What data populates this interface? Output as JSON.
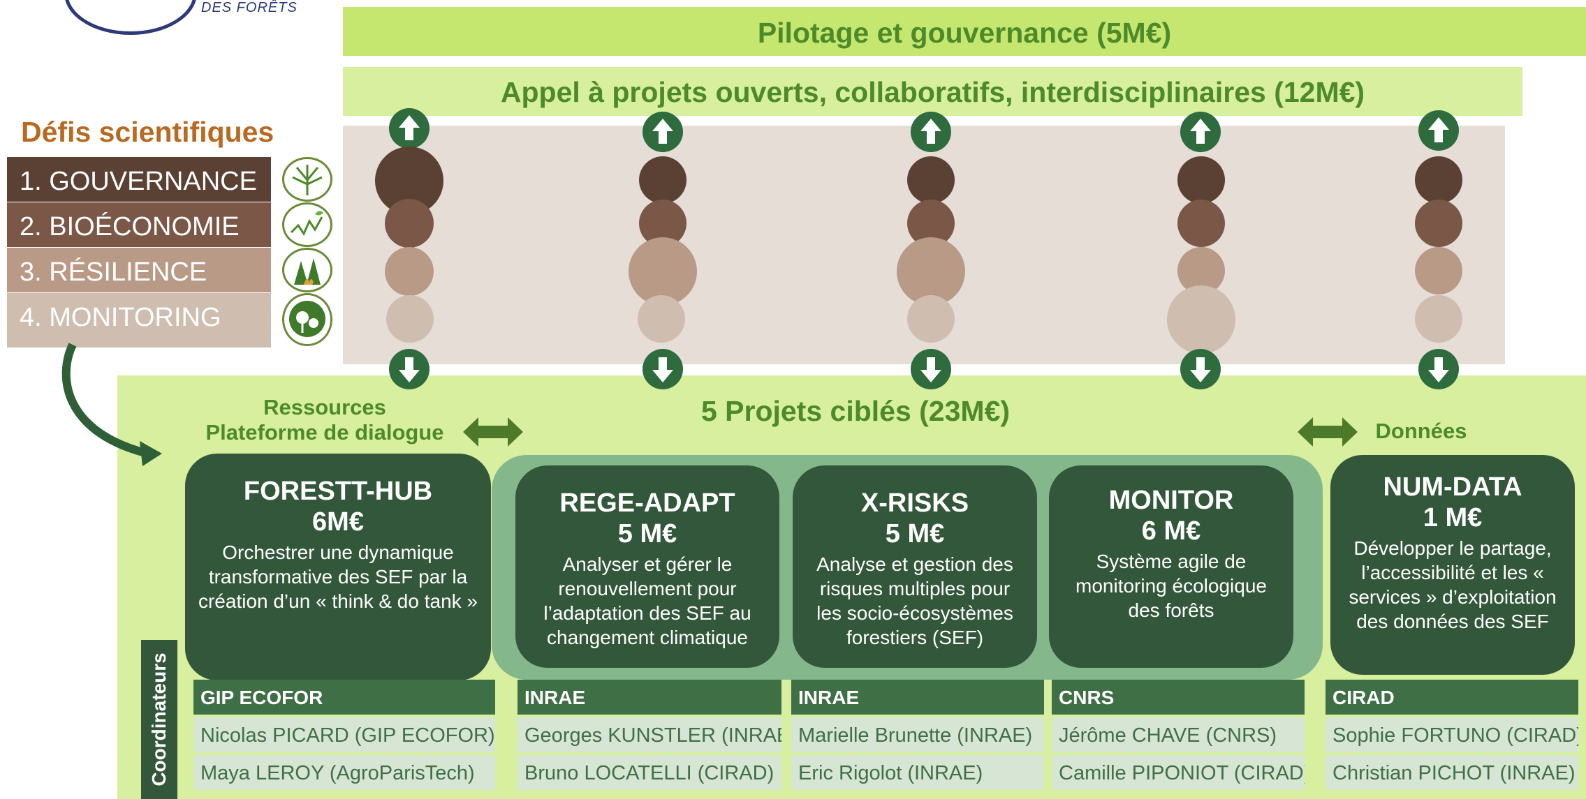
{
  "logo": {
    "text": "DES FORÊTS"
  },
  "header": {
    "pilotage": "Pilotage et gouvernance (5M€)",
    "appel": "Appel à projets ouverts, collaboratifs, interdisciplinaires (12M€)"
  },
  "defis": {
    "title": "Défis scientifiques",
    "items": [
      {
        "label": "1. GOUVERNANCE",
        "color": "#5a4133",
        "icon": "forest-tree-icon"
      },
      {
        "label": "2. BIOÉCONOMIE",
        "color": "#7a5746",
        "icon": "growth-chart-icon"
      },
      {
        "label": "3. RÉSILIENCE",
        "color": "#b89a87",
        "icon": "forest-fire-icon"
      },
      {
        "label": "4. MONITORING",
        "color": "#cfbdb0",
        "icon": "tree-monitor-icon"
      }
    ]
  },
  "links": {
    "left": [
      "Ressources",
      "Plateforme de dialogue"
    ],
    "center": "5 Projets ciblés (23M€)",
    "right": "Données"
  },
  "projects": [
    {
      "name": "FORESTT-HUB",
      "budget": "6M€",
      "description": "Orchestrer une dynamique transformative des SEF par la création d’un « think & do tank »",
      "emphasis": "gouvernance"
    },
    {
      "name": "REGE-ADAPT",
      "budget": "5 M€",
      "description": "Analyser et gérer le renouvellement pour l’adaptation des SEF au changement climatique",
      "emphasis": "resilience"
    },
    {
      "name": "X-RISKS",
      "budget": "5 M€",
      "description": "Analyse et gestion des risques multiples pour les socio-écosystèmes forestiers (SEF)",
      "emphasis": "resilience"
    },
    {
      "name": "MONITOR",
      "budget": "6 M€",
      "description": "Système agile de monitoring écologique des forêts",
      "emphasis": "monitoring"
    },
    {
      "name": "NUM-DATA",
      "budget": "1 M€",
      "description": "Développer le partage, l’accessibilité et les « services » d’exploitation des données des SEF",
      "emphasis": "none"
    }
  ],
  "coordinators": {
    "label": "Coordinateurs",
    "columns": [
      {
        "org": "GIP ECOFOR",
        "people": [
          "Nicolas PICARD (GIP ECOFOR)",
          "Maya LEROY (AgroParisTech)"
        ]
      },
      {
        "org": "INRAE",
        "people": [
          "Georges KUNSTLER (INRAE)",
          "Bruno LOCATELLI (CIRAD)"
        ]
      },
      {
        "org": "INRAE",
        "people": [
          "Marielle Brunette (INRAE)",
          "Eric Rigolot (INRAE)"
        ]
      },
      {
        "org": "CNRS",
        "people": [
          "Jérôme CHAVE (CNRS)",
          "Camille PIPONIOT (CIRAD)"
        ]
      },
      {
        "org": "CIRAD",
        "people": [
          "Sophie FORTUNO (CIRAD)",
          "Christian PICHOT (INRAE)"
        ]
      }
    ]
  },
  "colors": {
    "gouvernance": "#5a4133",
    "bioeconomie": "#7a5746",
    "resilience": "#b89a87",
    "monitoring": "#cfbdb0",
    "dark_green": "#33573a",
    "light_green": "#d8ef9f"
  }
}
